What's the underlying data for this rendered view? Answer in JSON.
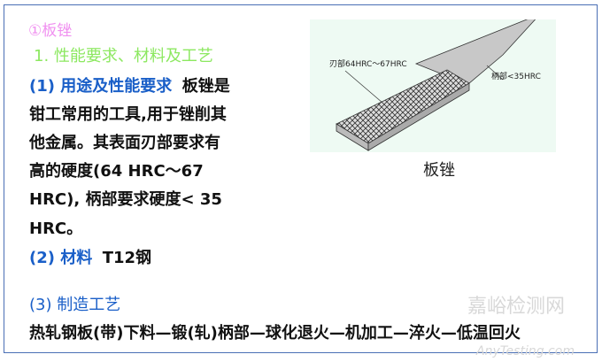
{
  "heading": "①板锉",
  "section_title": "1. 性能要求、材料及工艺",
  "item1": {
    "label": "(1) 用途及性能要求",
    "lines": [
      "板锉是",
      "钳工常用的工具,用于锉削其",
      "他金属。其表面刃部要求有",
      "高的硬度(64 HRC～67",
      "HRC), 柄部要求硬度< 35",
      "HRC。"
    ]
  },
  "item2": {
    "label": "(2) 材料",
    "value": "T12钢"
  },
  "item3": {
    "label": "(3) 制造工艺",
    "process": "热轧钢板(带)下料—锻(轧)柄部—球化退火—机加工—淬火—低温回火"
  },
  "figure": {
    "blade_label": "刃部64HRC～67HRC",
    "handle_label": "柄部<35HRC",
    "caption": "板锉"
  },
  "watermark": {
    "cn": "嘉峪检测网",
    "en": "AnyTesting.com"
  }
}
